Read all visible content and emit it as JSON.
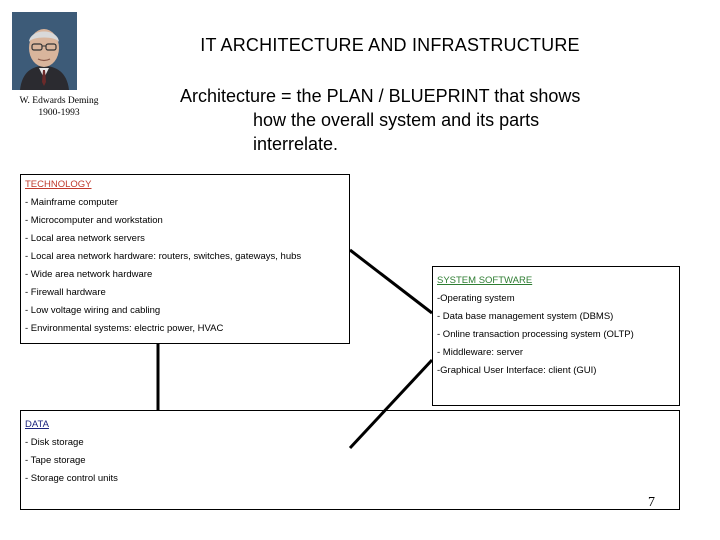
{
  "slide": {
    "title": "IT ARCHITECTURE AND INFRASTRUCTURE",
    "definition_lines": [
      "Architecture = the PLAN / BLUEPRINT that shows",
      "how the overall system and its parts",
      "interrelate."
    ],
    "page_number": "7"
  },
  "portrait": {
    "caption_name": "W. Edwards Deming",
    "caption_years": "1900-1993"
  },
  "technology": {
    "heading": "TECHNOLOGY",
    "heading_color": "#c0392b",
    "items": [
      "- Mainframe computer",
      "- Microcomputer and workstation",
      "- Local area network servers",
      "- Local area network hardware: routers, switches, gateways, hubs",
      "- Wide area network hardware",
      "- Firewall hardware",
      "- Low voltage wiring and cabling",
      "- Environmental systems: electric power, HVAC"
    ]
  },
  "system_software": {
    "heading": "SYSTEM SOFTWARE",
    "heading_color": "#2e7d32",
    "items": [
      "-Operating system",
      "- Data base management system (DBMS)",
      "- Online transaction processing system (OLTP)",
      "- Middleware: server",
      "-Graphical User Interface: client (GUI)"
    ]
  },
  "data": {
    "heading": "DATA",
    "heading_color": "#1a237e",
    "items": [
      "- Disk storage",
      "- Tape storage",
      "- Storage control units"
    ]
  }
}
